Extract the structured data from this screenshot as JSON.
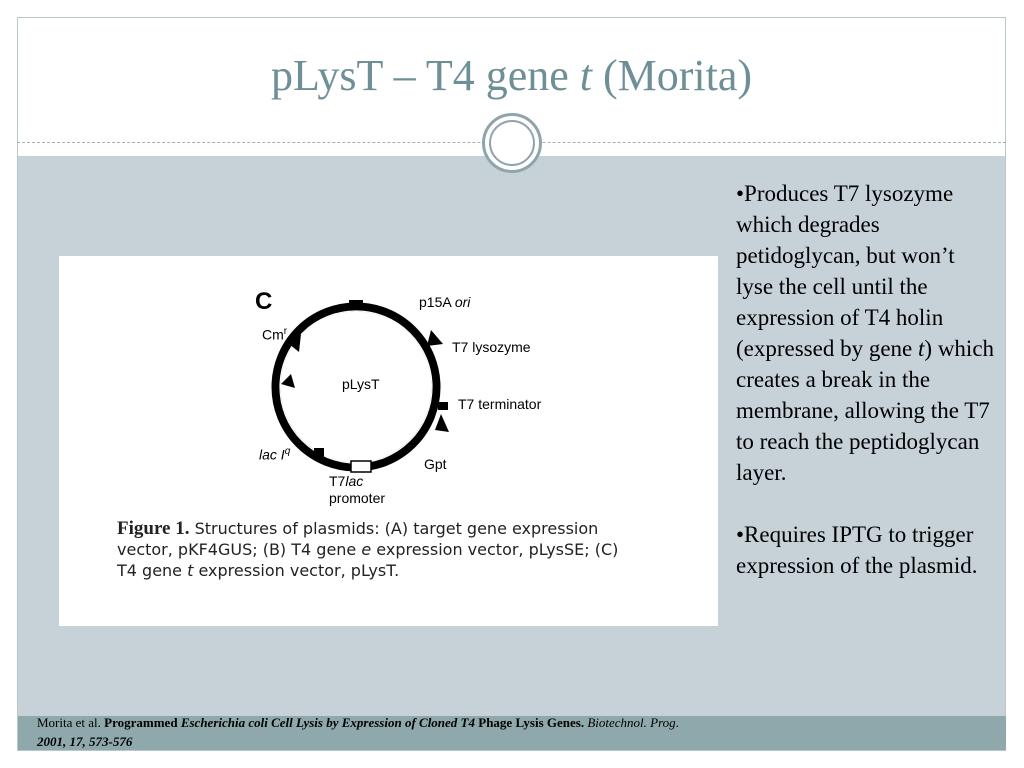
{
  "slide": {
    "title_prefix": "pLysT – T4 gene ",
    "title_italic": "t",
    "title_suffix": " (Morita)"
  },
  "figure": {
    "panel_letter": "C",
    "labels": {
      "p15a": "p15A",
      "ori": "ori",
      "cmr": "Cm",
      "cmr_sup": "r",
      "t7_lysozyme": "T7 lysozyme",
      "center": "pLysT",
      "t7_terminator": "T7 terminator",
      "lac": "lac I",
      "lac_sup": "q",
      "gpt": "Gpt",
      "t7lac_prefix": "T7",
      "t7lac_italic": "lac",
      "promoter": "promoter"
    },
    "caption": {
      "label": "Figure 1.",
      "line1": "  Structures of plasmids:  (A) target gene expression",
      "line2a": "vector, pKF4GUS; (B) T4 gene ",
      "line2_italic": "e",
      "line2b": " expression vector, pLysSE; (C)",
      "line3a": "T4 gene ",
      "line3_italic": "t",
      "line3b": " expression vector, pLysT."
    }
  },
  "bullets": {
    "b1_pre": "•Produces T7 lysozyme which degrades petidoglycan, but won’t lyse the cell until the expression of T4 holin (expressed by gene ",
    "b1_italic": "t",
    "b1_post": ") which creates a break in the membrane, allowing the T7 to reach the peptidoglycan layer.",
    "b2": "•Requires IPTG to trigger expression of the plasmid."
  },
  "citation": {
    "authors": "Morita et al. ",
    "title_bold1": "Programmed ",
    "title_bold_italic": "Escherichia coli Cell Lysis by Expression of Cloned T4",
    "title_bold2": " Phage Lysis Genes.",
    "journal": " Biotechnol. Prog",
    "journal_dot": ".",
    "volume": "2001, 17, 573-576"
  },
  "colors": {
    "title": "#6f8f97",
    "panel": "#c6d1d8",
    "footer": "#8ea8ac"
  }
}
